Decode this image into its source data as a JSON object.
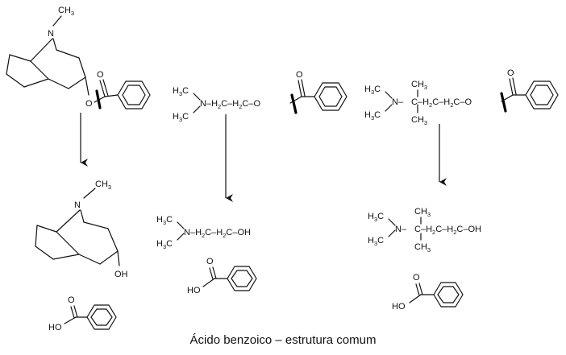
{
  "atoms": {
    "n": "N",
    "o": "O",
    "c": "C",
    "h": "H",
    "two": "2",
    "three": "3",
    "hyphen": "–",
    "oh": "OH",
    "ho": "HO"
  },
  "caption": "Ácido benzoico – estrutura comum",
  "colors": {
    "ink": "#111111",
    "background": "#ffffff"
  }
}
